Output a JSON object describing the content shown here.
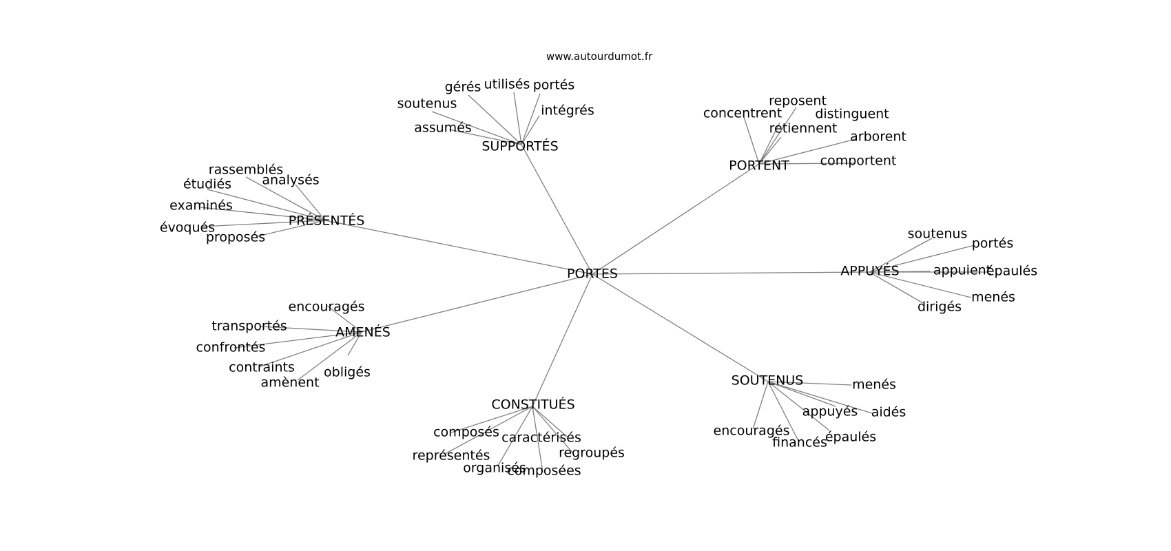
{
  "site_label": "www.autourdumot.fr",
  "center": "PORTES",
  "hubs": [
    {
      "id": "supportes",
      "label": "SUPPORTÉS",
      "leaves": [
        "gérés",
        "utilisés",
        "portés",
        "soutenus",
        "intégrés",
        "assumés"
      ]
    },
    {
      "id": "portent",
      "label": "PORTENT",
      "leaves": [
        "reposent",
        "concentrent",
        "distinguent",
        "retiennent",
        "arborent",
        "comportent"
      ]
    },
    {
      "id": "presentes",
      "label": "PRÉSENTÉS",
      "leaves": [
        "rassemblés",
        "analysés",
        "étudiés",
        "examinés",
        "évoqués",
        "proposés"
      ]
    },
    {
      "id": "appuyes",
      "label": "APPUYÉS",
      "leaves": [
        "soutenus",
        "portés",
        "appuient",
        "épaulés",
        "menés",
        "dirigés"
      ]
    },
    {
      "id": "amenes",
      "label": "AMENÉS",
      "leaves": [
        "encouragés",
        "transportés",
        "confrontés",
        "contraints",
        "obligés",
        "amènent"
      ]
    },
    {
      "id": "soutenus",
      "label": "SOUTENUS",
      "leaves": [
        "menés",
        "appuyés",
        "aidés",
        "encouragés",
        "épaulés",
        "financés"
      ]
    },
    {
      "id": "constitues",
      "label": "CONSTITUÉS",
      "leaves": [
        "composés",
        "caractérisés",
        "regroupés",
        "représentés",
        "organisés",
        "composées"
      ]
    }
  ]
}
